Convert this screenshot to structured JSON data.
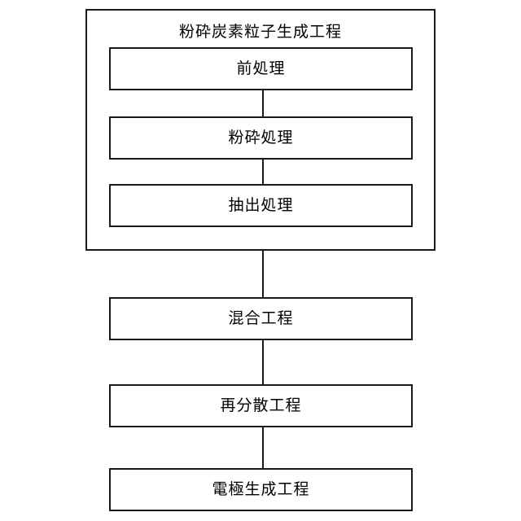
{
  "diagram": {
    "type": "flowchart",
    "orientation": "vertical",
    "background_color": "#ffffff",
    "line_color": "#1a1a1a",
    "text_color": "#000000",
    "group": {
      "title": "粉砕炭素粒子生成工程",
      "steps": [
        {
          "id": "pretreatment",
          "label": "前処理"
        },
        {
          "id": "pulverize",
          "label": "粉砕処理"
        },
        {
          "id": "extract",
          "label": "抽出処理"
        }
      ]
    },
    "steps": [
      {
        "id": "mixing",
        "label": "混合工程"
      },
      {
        "id": "redisperse",
        "label": "再分散工程"
      },
      {
        "id": "electrode",
        "label": "電極生成工程"
      }
    ],
    "connectors": [
      {
        "id": "pre-pulv",
        "from": "前処理",
        "to": "粉砕処理"
      },
      {
        "id": "pulv-ext",
        "from": "粉砕処理",
        "to": "抽出処理"
      },
      {
        "id": "group-mix",
        "from": "粉砕炭素粒子生成工程",
        "to": "混合工程"
      },
      {
        "id": "mix-redis",
        "from": "混合工程",
        "to": "再分散工程"
      },
      {
        "id": "redis-elec",
        "from": "再分散工程",
        "to": "電極生成工程"
      }
    ]
  }
}
